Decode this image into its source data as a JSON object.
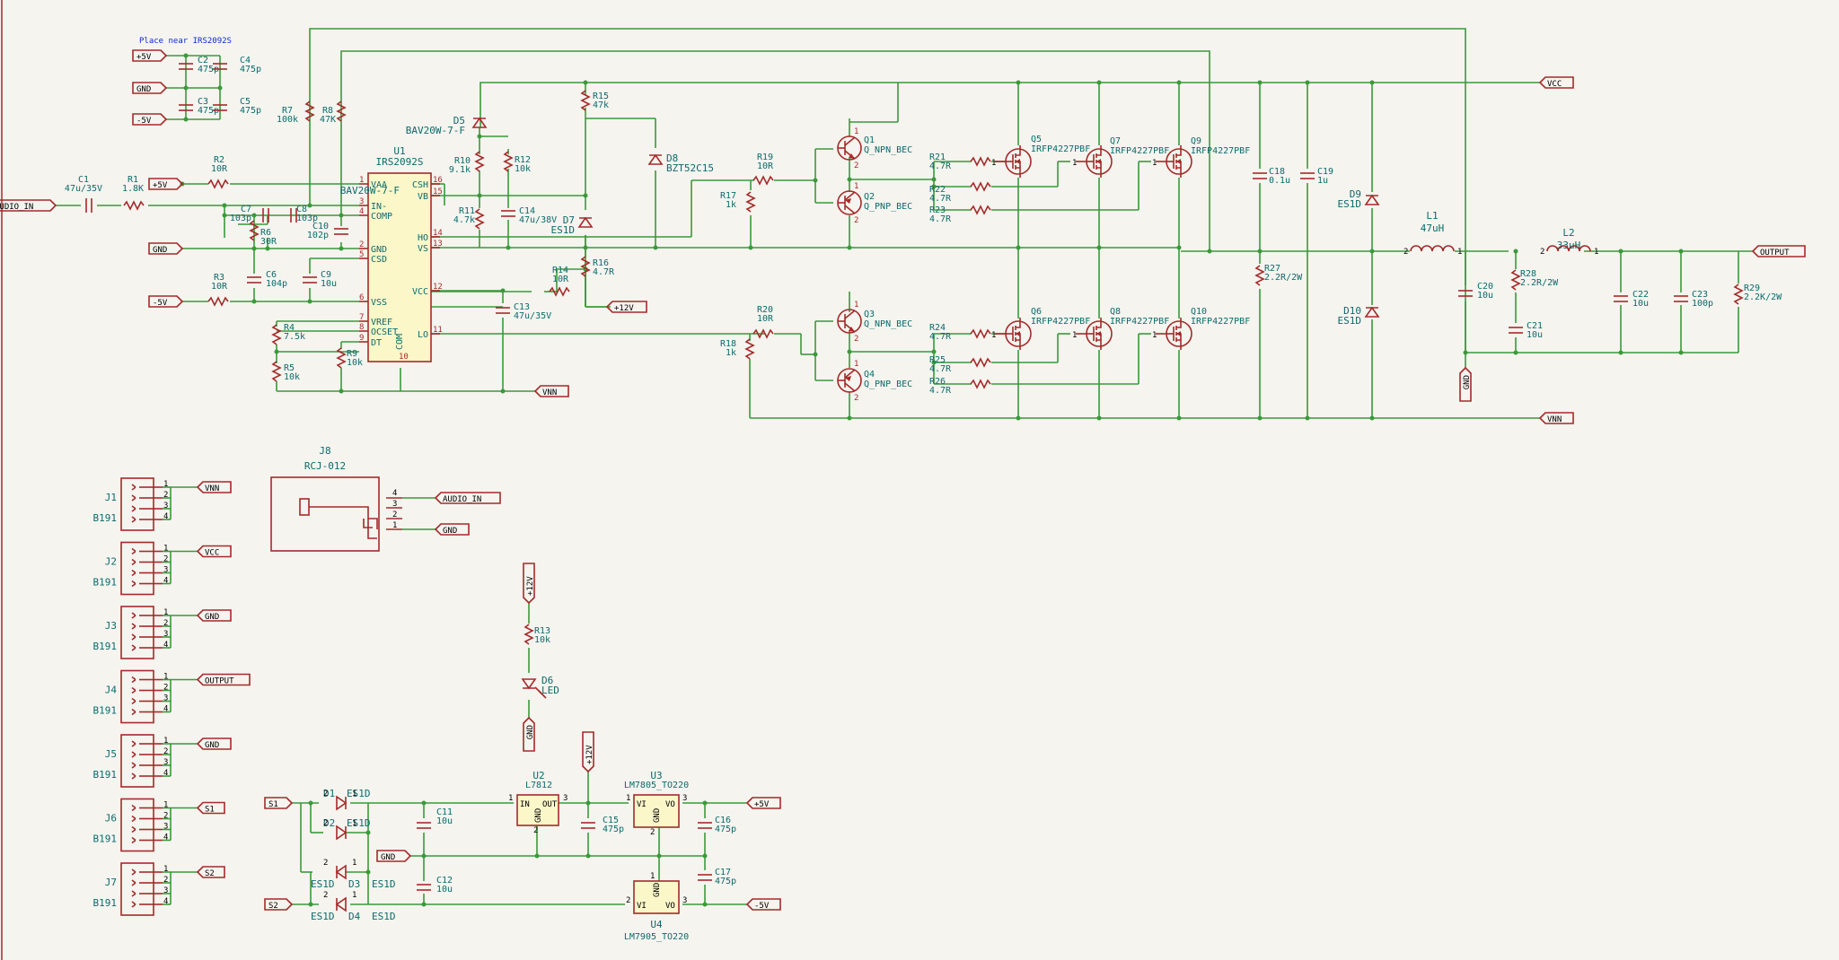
{
  "note": "Place near IRS2092S",
  "nets": {
    "audio_in": "AUDIO_IN",
    "p5v": "+5V",
    "m5v": "-5V",
    "gnd": "GND",
    "vcc": "VCC",
    "vnn": "VNN",
    "p12v": "+12V",
    "output": "OUTPUT",
    "s1": "S1",
    "s2": "S2"
  },
  "u1": {
    "ref": "U1",
    "value": "IRS2092S",
    "pins_left": [
      "VAA",
      "IN-",
      "COMP",
      "GND",
      "CSD",
      "VSS",
      "VREF",
      "OCSET",
      "DT"
    ],
    "pins_left_num": [
      "1",
      "3",
      "4",
      "2",
      "5",
      "6",
      "7",
      "8",
      "9"
    ],
    "pins_right": [
      "CSH",
      "VB",
      "HO",
      "VS",
      "VCC",
      "LO"
    ],
    "pins_right_num": [
      "16",
      "15",
      "14",
      "13",
      "12",
      "11"
    ],
    "pin_com": "COM",
    "pin_com_num": "10"
  },
  "parts": {
    "C1": [
      "C1",
      "47u/35V"
    ],
    "R1": [
      "R1",
      "1.8K"
    ],
    "R2": [
      "R2",
      "10R"
    ],
    "R3": [
      "R3",
      "10R"
    ],
    "C2": [
      "C2",
      "475p"
    ],
    "C3": [
      "C3",
      "475p"
    ],
    "C4": [
      "C4",
      "475p"
    ],
    "C5": [
      "C5",
      "475p"
    ],
    "R7": [
      "R7",
      "100k"
    ],
    "R8": [
      "R8",
      "47K"
    ],
    "C7": [
      "C7",
      "103p"
    ],
    "C8": [
      "C8",
      "103p"
    ],
    "R6": [
      "R6",
      "30R"
    ],
    "C10": [
      "C10",
      "102p"
    ],
    "C6": [
      "C6",
      "104p"
    ],
    "C9": [
      "C9",
      "10u"
    ],
    "R4": [
      "R4",
      "7.5k"
    ],
    "R5": [
      "R5",
      "10k"
    ],
    "R9": [
      "R9",
      "10k"
    ],
    "D5": [
      "D5",
      "BAV20W-7-F"
    ],
    "R10": [
      "R10",
      "9.1k"
    ],
    "R11": [
      "R11",
      "4.7k"
    ],
    "R12": [
      "R12",
      "10k"
    ],
    "C14": [
      "C14",
      "47u/38V"
    ],
    "D7": [
      "D7",
      "ES1D"
    ],
    "R15": [
      "R15",
      "47k"
    ],
    "R16": [
      "R16",
      "4.7R"
    ],
    "R14": [
      "R14",
      "10R"
    ],
    "C13": [
      "C13",
      "47u/35V"
    ],
    "D8": [
      "D8",
      "BZT52C15"
    ],
    "R19": [
      "R19",
      "10R"
    ],
    "R17": [
      "R17",
      "1k"
    ],
    "R20": [
      "R20",
      "10R"
    ],
    "R18": [
      "R18",
      "1k"
    ],
    "Q1": [
      "Q1",
      "Q_NPN_BEC"
    ],
    "Q2": [
      "Q2",
      "Q_PNP_BEC"
    ],
    "Q3": [
      "Q3",
      "Q_NPN_BEC"
    ],
    "Q4": [
      "Q4",
      "Q_PNP_BEC"
    ],
    "R21": [
      "R21",
      "4.7R"
    ],
    "R22": [
      "R22",
      "4.7R"
    ],
    "R23": [
      "R23",
      "4.7R"
    ],
    "R24": [
      "R24",
      "4.7R"
    ],
    "R25": [
      "R25",
      "4.7R"
    ],
    "R26": [
      "R26",
      "4.7R"
    ],
    "Q5": [
      "Q5",
      "IRFP4227PBF"
    ],
    "Q6": [
      "Q6",
      "IRFP4227PBF"
    ],
    "Q7": [
      "Q7",
      "IRFP4227PBF"
    ],
    "Q8": [
      "Q8",
      "IRFP4227PBF"
    ],
    "Q9": [
      "Q9",
      "IRFP4227PBF"
    ],
    "Q10": [
      "Q10",
      "IRFP4227PBF"
    ],
    "C18": [
      "C18",
      "0.1u"
    ],
    "C19": [
      "C19",
      "1u"
    ],
    "R27": [
      "R27",
      "2.2R/2W"
    ],
    "D9": [
      "D9",
      "ES1D"
    ],
    "D10": [
      "D10",
      "ES1D"
    ],
    "L1": [
      "L1",
      "47uH"
    ],
    "L2": [
      "L2",
      "33uH"
    ],
    "C20": [
      "C20",
      "10u"
    ],
    "R28": [
      "R28",
      "2.2R/2W"
    ],
    "C21": [
      "C21",
      "10u"
    ],
    "C22": [
      "C22",
      "10u"
    ],
    "C23": [
      "C23",
      "100p"
    ],
    "R29": [
      "R29",
      "2.2K/2W"
    ],
    "J8": [
      "J8",
      "RCJ-012"
    ],
    "R13": [
      "R13",
      "10k"
    ],
    "D6": [
      "D6",
      "LED"
    ],
    "D1": [
      "D1",
      "ES1D"
    ],
    "D2": [
      "D2",
      "ES1D"
    ],
    "D3": [
      "D3",
      "ES1D"
    ],
    "D4": [
      "D4",
      "ES1D"
    ],
    "C11": [
      "C11",
      "10u"
    ],
    "C12": [
      "C12",
      "10u"
    ],
    "C15": [
      "C15",
      "475p"
    ],
    "C16": [
      "C16",
      "475p"
    ],
    "C17": [
      "C17",
      "475p"
    ],
    "U2": [
      "U2",
      "L7812"
    ],
    "U3": [
      "U3",
      "LM7805_TO220"
    ],
    "U4": [
      "U4",
      "LM7905_TO220"
    ]
  },
  "reg_pins": {
    "in": "IN",
    "out": "OUT",
    "gnd": "GND",
    "vi": "VI",
    "vo": "VO"
  },
  "connectors": [
    {
      "ref": "J1",
      "value": "B191",
      "net": "VNN"
    },
    {
      "ref": "J2",
      "value": "B191",
      "net": "VCC"
    },
    {
      "ref": "J3",
      "value": "B191",
      "net": "GND"
    },
    {
      "ref": "J4",
      "value": "B191",
      "net": "OUTPUT"
    },
    {
      "ref": "J5",
      "value": "B191",
      "net": "GND"
    },
    {
      "ref": "J6",
      "value": "B191",
      "net": "S1"
    },
    {
      "ref": "J7",
      "value": "B191",
      "net": "S2"
    }
  ]
}
